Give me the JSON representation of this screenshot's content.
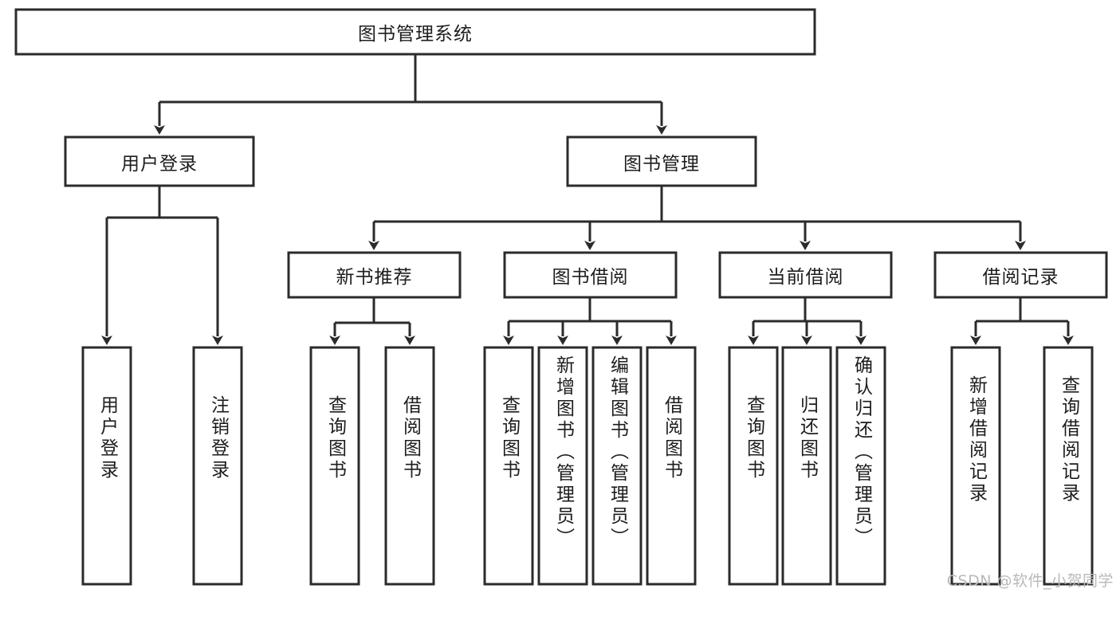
{
  "diagram": {
    "type": "tree-hierarchy",
    "title": "图书管理系统",
    "watermark": "CSDN @软件_小贺同学",
    "colors": {
      "background": "#ffffff",
      "stroke": "#2b2b2b",
      "text": "#1d1d1d",
      "watermark": "#b9b9b9"
    },
    "root": {
      "label": "图书管理系统",
      "orientation": "horizontal"
    },
    "level2": [
      {
        "label": "用户登录",
        "orientation": "horizontal"
      },
      {
        "label": "图书管理",
        "orientation": "horizontal"
      }
    ],
    "level3": [
      {
        "label": "新书推荐",
        "orientation": "horizontal"
      },
      {
        "label": "图书借阅",
        "orientation": "horizontal"
      },
      {
        "label": "当前借阅",
        "orientation": "horizontal"
      },
      {
        "label": "借阅记录",
        "orientation": "horizontal"
      }
    ],
    "leaves": {
      "user_login": [
        {
          "label": "用户登录",
          "orientation": "vertical"
        },
        {
          "label": "注销登录",
          "orientation": "vertical"
        }
      ],
      "new_book_recommend": [
        {
          "label": "查询图书",
          "orientation": "vertical"
        },
        {
          "label": "借阅图书",
          "orientation": "vertical"
        }
      ],
      "book_borrow": [
        {
          "label": "查询图书",
          "orientation": "vertical"
        },
        {
          "label": "新增图书（管理员）",
          "orientation": "vertical"
        },
        {
          "label": "编辑图书（管理员）",
          "orientation": "vertical"
        },
        {
          "label": "借阅图书",
          "orientation": "vertical"
        }
      ],
      "current_borrow": [
        {
          "label": "查询图书",
          "orientation": "vertical"
        },
        {
          "label": "归还图书",
          "orientation": "vertical"
        },
        {
          "label": "确认归还（管理员）",
          "orientation": "vertical"
        }
      ],
      "borrow_record": [
        {
          "label": "新增借阅记录",
          "orientation": "vertical"
        },
        {
          "label": "查询借阅记录",
          "orientation": "vertical"
        }
      ]
    }
  }
}
